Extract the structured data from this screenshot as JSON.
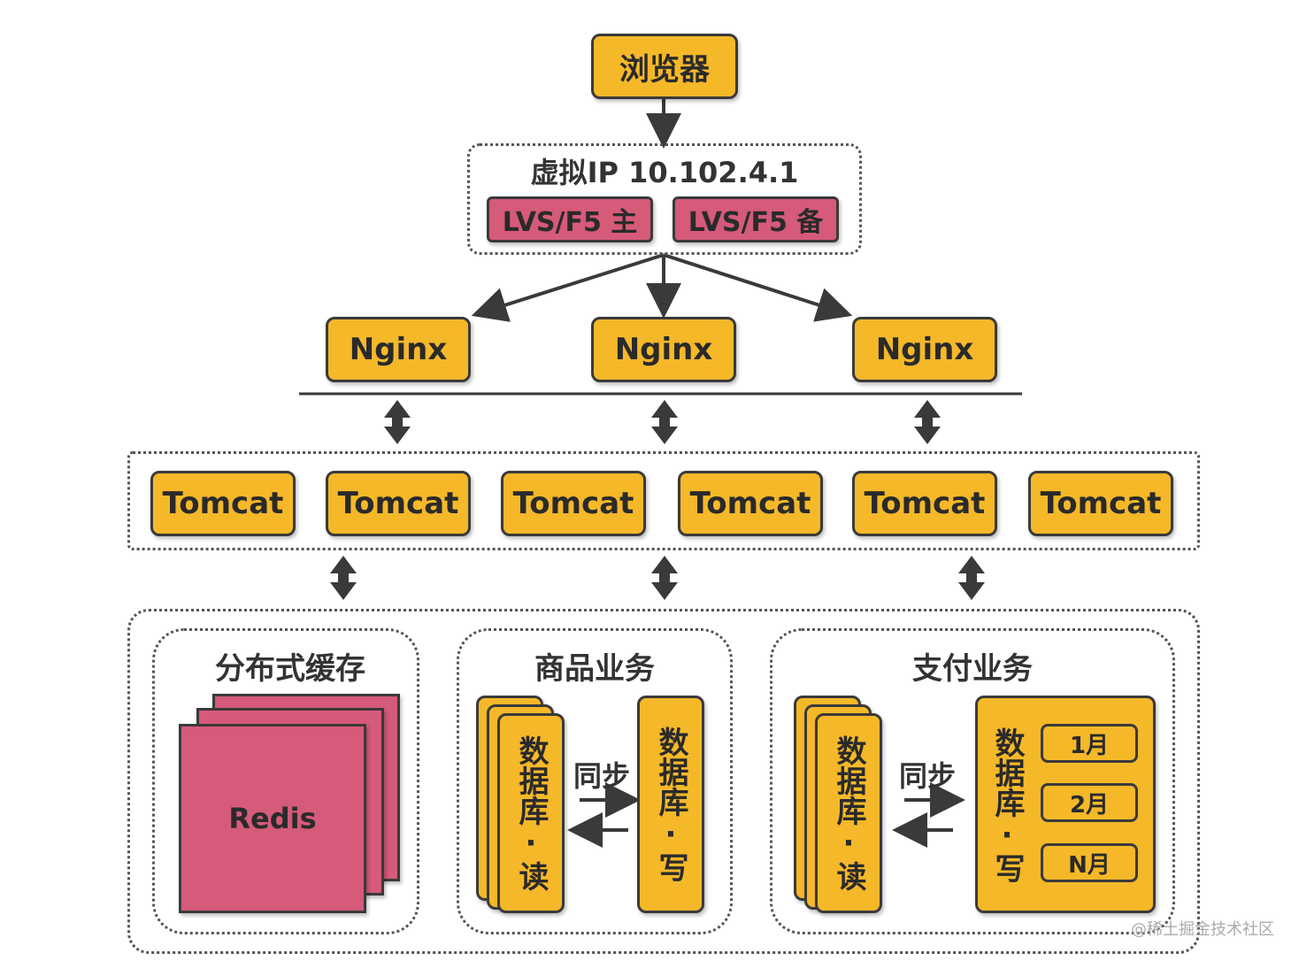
{
  "browser": "浏览器",
  "vip": {
    "title": "虚拟IP 10.102.4.1",
    "lvs_master": "LVS/F5 主",
    "lvs_backup": "LVS/F5 备"
  },
  "nginx": [
    "Nginx",
    "Nginx",
    "Nginx"
  ],
  "tomcat": [
    "Tomcat",
    "Tomcat",
    "Tomcat",
    "Tomcat",
    "Tomcat",
    "Tomcat"
  ],
  "cache": {
    "title": "分布式缓存",
    "redis": "Redis"
  },
  "goods": {
    "title": "商品业务",
    "read_db": "数据库·读",
    "write_db": "数据库·写",
    "sync": "同步"
  },
  "pay": {
    "title": "支付业务",
    "read_db": "数据库·读",
    "write_db": "数据库·写",
    "sync": "同步",
    "months": [
      "1月",
      "2月",
      "N月"
    ]
  },
  "watermark": "@稀土掘金技术社区"
}
